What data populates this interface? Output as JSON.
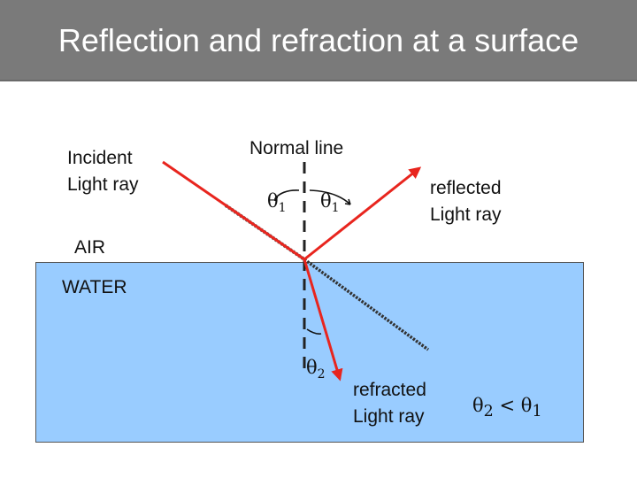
{
  "title": "Reflection and refraction at a surface",
  "labels": {
    "incident_line1": "Incident",
    "incident_line2": "Light ray",
    "normal_line": "Normal line",
    "reflected_line1": "reflected",
    "reflected_line2": "Light ray",
    "air": "AIR",
    "water": "WATER",
    "refracted_line1": "refracted",
    "refracted_line2": "Light ray"
  },
  "angles": {
    "theta_symbol": "θ",
    "theta1_sub": "1",
    "theta2_sub": "2",
    "inequality_op": "<"
  },
  "colors": {
    "title_bar": "#7a7a7a",
    "title_text": "#ffffff",
    "water": "#99ccff",
    "ray": "#e8251e",
    "normal_line": "#222222",
    "continuation_line": "#333333"
  }
}
